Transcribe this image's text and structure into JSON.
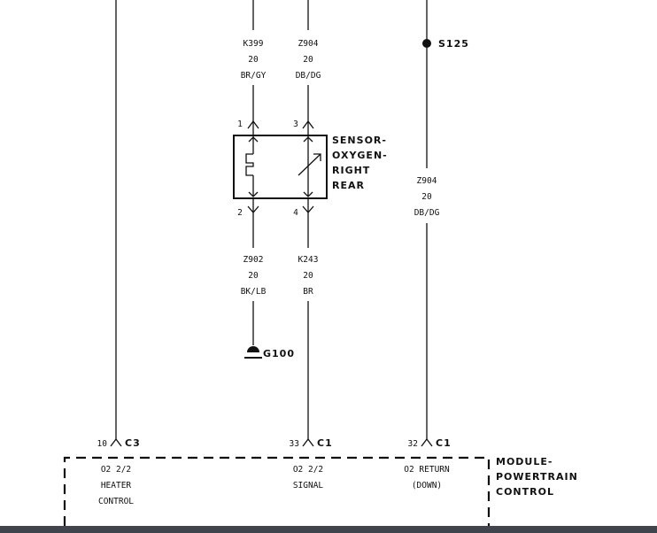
{
  "wires": {
    "k399": {
      "circuit": "K399",
      "gauge": "20",
      "color": "BR/GY"
    },
    "z904_left": {
      "circuit": "Z904",
      "gauge": "20",
      "color": "DB/DG"
    },
    "z904_right": {
      "circuit": "Z904",
      "gauge": "20",
      "color": "DB/DG"
    },
    "z902": {
      "circuit": "Z902",
      "gauge": "20",
      "color": "BK/LB"
    },
    "k243": {
      "circuit": "K243",
      "gauge": "20",
      "color": "BR"
    }
  },
  "splice": {
    "label": "S125"
  },
  "ground": {
    "label": "G100"
  },
  "sensor": {
    "pins": {
      "p1": "1",
      "p2": "2",
      "p3": "3",
      "p4": "4"
    },
    "name": [
      "SENSOR-",
      "OXYGEN-",
      "RIGHT",
      "REAR"
    ]
  },
  "module": {
    "name": [
      "MODULE-",
      "POWERTRAIN",
      "CONTROL"
    ],
    "pins": [
      {
        "num": "10",
        "conn": "C3",
        "desc": [
          "O2 2/2",
          "HEATER",
          "CONTROL"
        ]
      },
      {
        "num": "33",
        "conn": "C1",
        "desc": [
          "O2 2/2",
          "SIGNAL"
        ]
      },
      {
        "num": "32",
        "conn": "C1",
        "desc": [
          "O2 RETURN",
          "(DOWN)"
        ]
      }
    ]
  }
}
